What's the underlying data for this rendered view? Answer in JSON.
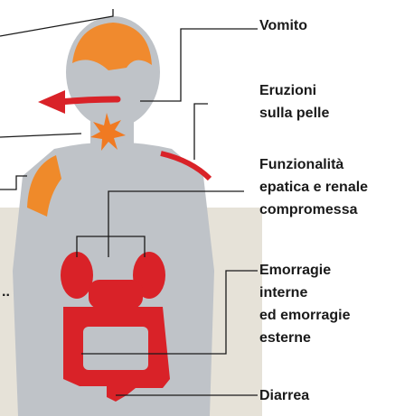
{
  "labels": {
    "vomito": "Vomito",
    "eruzioni": [
      "Eruzioni",
      "sulla pelle"
    ],
    "funzionalita": [
      "Funzionalità",
      "epatica e renale",
      "compromessa"
    ],
    "emorragie": [
      "Emorragie",
      "interne",
      "ed emorragie",
      "esterne"
    ],
    "diarrea": "Diarrea"
  },
  "partial_text": "..",
  "colors": {
    "body": "#bfc3c8",
    "organ": "#d92228",
    "brain": "#f08a2e",
    "shoulder": "#ef8a2a",
    "panel": "#e6e2d8",
    "line": "#1a1a1a"
  },
  "icons": [
    "arrow-left-icon",
    "starburst-icon"
  ]
}
